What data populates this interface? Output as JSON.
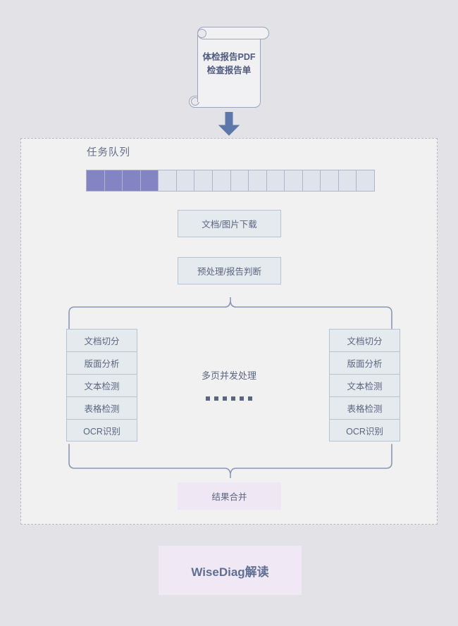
{
  "source_document": {
    "icon": "scroll-document-icon",
    "line1": "体检报告PDF",
    "line2": "检查报告单"
  },
  "flow_arrow": {
    "icon": "arrow-down-icon",
    "color": "#5c77a8"
  },
  "pipeline": {
    "queue_title": "任务队列",
    "queue": {
      "total_cells": 16,
      "filled_cells": 4,
      "filled_color": "#8484c4",
      "empty_color": "#dfe3ec"
    },
    "stages": [
      {
        "label": "文档/图片下载"
      },
      {
        "label": "预处理/报告判断"
      }
    ],
    "parallel": {
      "label": "多页并发处理",
      "ellipsis_dots": 6,
      "worker_steps": [
        "文档切分",
        "版面分析",
        "文本检测",
        "表格检测",
        "OCR识别"
      ]
    },
    "merge": {
      "label": "结果合并",
      "color": "#efe7f4"
    }
  },
  "output": {
    "label": "WiseDiag解读",
    "color": "#f0e8f5"
  }
}
